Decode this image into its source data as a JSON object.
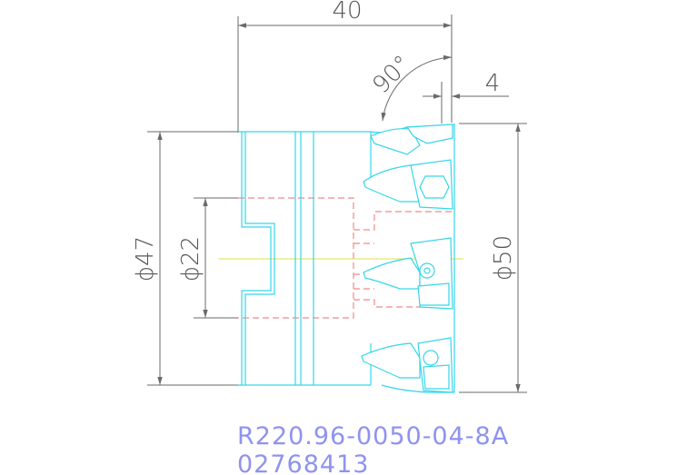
{
  "drawing": {
    "dimensions": {
      "length": "40",
      "angle": "90°",
      "width_small": "4",
      "diameter_left": "ϕ47",
      "diameter_bore": "ϕ22",
      "diameter_right": "ϕ50"
    },
    "part_number": "R220.96-0050-04-8A",
    "item_code": "02768413",
    "colors": {
      "background": "#ffffff",
      "dimension_lines": "#6a6a6a",
      "tool_outline": "#35d6ea",
      "hidden_lines": "#f08a8a",
      "centerline": "#e0e04a",
      "part_text": "#8f93ee"
    }
  }
}
